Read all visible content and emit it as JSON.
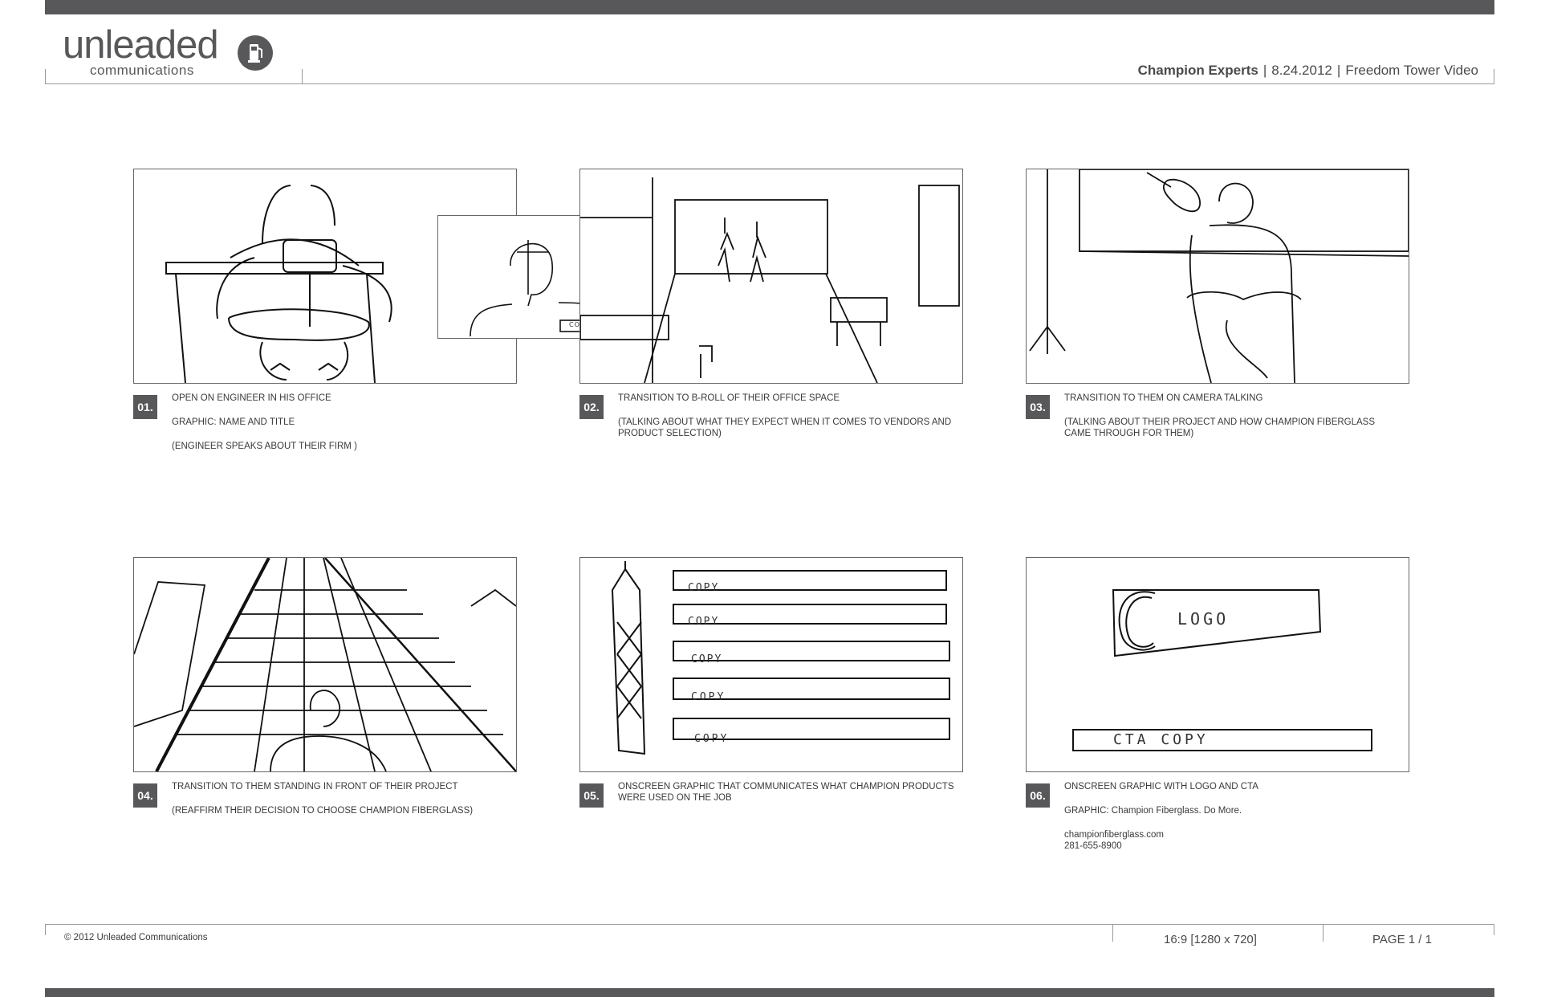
{
  "header": {
    "logo_word": "unleaded",
    "logo_sub": "communications",
    "client": "Champion Experts",
    "date": "8.24.2012",
    "project": "Freedom Tower Video",
    "separator": "|"
  },
  "frames": [
    {
      "number": "01.",
      "lines": [
        "OPEN ON ENGINEER IN HIS OFFICE",
        "GRAPHIC: NAME AND TITLE",
        "(ENGINEER SPEAKS ABOUT THEIR FIRM )"
      ],
      "sketch_text": "COPY"
    },
    {
      "number": "02.",
      "lines": [
        "TRANSITION TO B-ROLL OF THEIR OFFICE SPACE",
        "(TALKING ABOUT WHAT THEY EXPECT WHEN IT COMES TO VENDORS AND PRODUCT SELECTION)"
      ]
    },
    {
      "number": "03.",
      "lines": [
        "TRANSITION TO THEM ON CAMERA TALKING",
        "(TALKING ABOUT THEIR PROJECT AND HOW CHAMPION FIBERGLASS CAME THROUGH FOR THEM)"
      ]
    },
    {
      "number": "04.",
      "lines": [
        "TRANSITION TO THEM STANDING IN FRONT OF THEIR PROJECT",
        "(REAFFIRM THEIR DECISION TO CHOOSE CHAMPION FIBERGLASS)"
      ]
    },
    {
      "number": "05.",
      "lines": [
        "ONSCREEN GRAPHIC THAT COMMUNICATES WHAT CHAMPION PRODUCTS WERE USED ON THE JOB"
      ],
      "sketch_text": [
        "COPY",
        "COPY",
        "COPY",
        "COPY",
        "COPY"
      ]
    },
    {
      "number": "06.",
      "lines": [
        "ONSCREEN GRAPHIC WITH LOGO AND CTA",
        "GRAPHIC: Champion Fiberglass. Do More."
      ],
      "contact": [
        "championfiberglass.com",
        "281-655-8900"
      ],
      "sketch_logo": "LOGO",
      "sketch_cta": "CTA COPY"
    }
  ],
  "footer": {
    "copyright": "© 2012 Unleaded Communications",
    "aspect": "16:9 [1280 x 720]",
    "page": "PAGE 1 / 1"
  }
}
